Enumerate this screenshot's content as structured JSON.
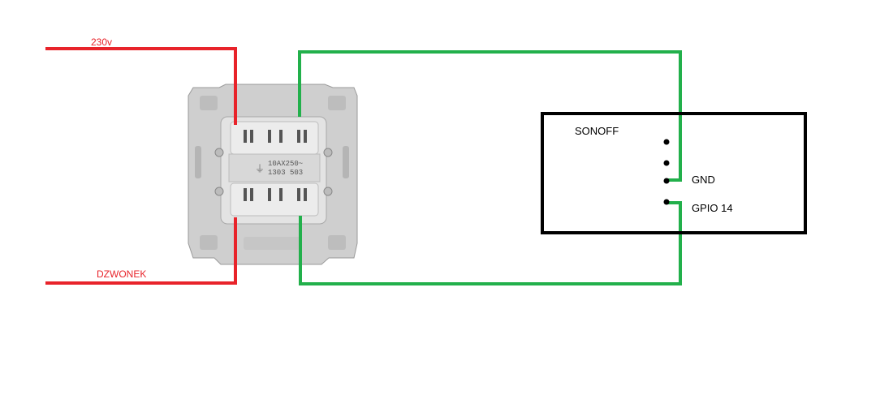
{
  "labels": {
    "supply": "230v",
    "bell": "DZWONEK",
    "module": "SONOFF",
    "gnd": "GND",
    "gpio": "GPIO 14"
  },
  "switch_marking": {
    "line1": "10AX250~",
    "line2": "1303 503"
  },
  "colors": {
    "red_wire": "#e8232a",
    "green_wire": "#22b04b",
    "module_border": "#000000",
    "switch_body": "#d9d9d9"
  }
}
